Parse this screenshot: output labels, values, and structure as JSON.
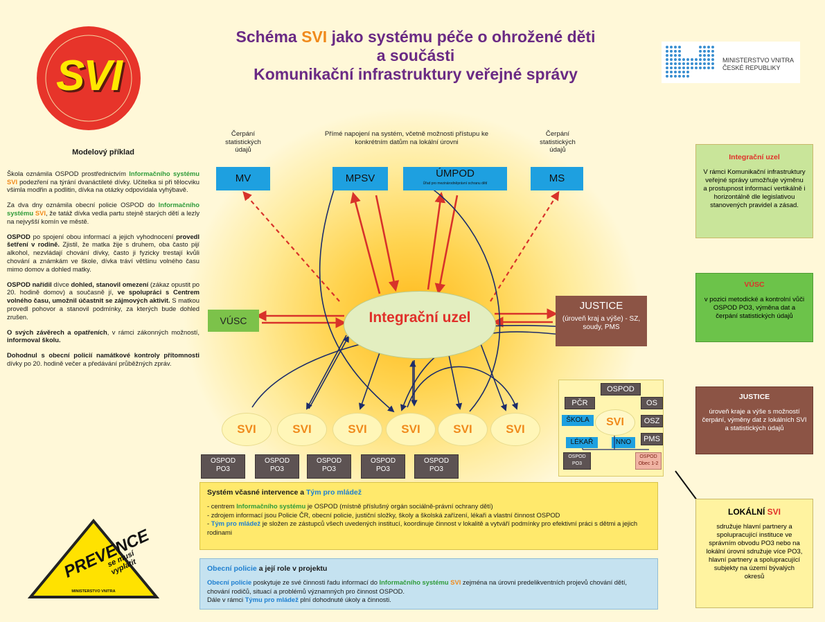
{
  "title": {
    "line1_pre": "Schéma ",
    "line1_svi": "SVI",
    "line1_post": " jako systému péče o ohrožené děti",
    "line2": "a součásti",
    "line3": "Komunikační infrastruktury veřejné správy"
  },
  "logos": {
    "svi_text": "SVI",
    "mv_line1": "MINISTERSTVO VNITRA",
    "mv_line2": "ČESKÉ REPUBLIKY",
    "prevence": "PREVENCE",
    "prevence_sub": "se musí vyplatit",
    "prevence_footer": "MINISTERSTVO VNITRA"
  },
  "left": {
    "heading": "Modelový příklad",
    "p1_a": "Škola oznámila OSPOD prostřednictvím ",
    "p1_is": "Informačního systému",
    "p1_svi": "SVI",
    "p1_b": " podezření na týrání dvanáctileté dívky. Učitelka si při tělocviku všimla modřin a podlitin, dívka na otázky odpovídala vyhýbavě.",
    "p2_a": "Za dva dny oznámila obecní policie OSPOD do ",
    "p2_is": "Informačního systému",
    "p2_svi": "SVI",
    "p2_b": ", že tatáž dívka vedla partu stejně starých dětí a lezly na nejvyšší komín ve městě.",
    "p3_a": "OSPOD",
    "p3_b": " po spojení obou informací a jejich vyhodnocení ",
    "p3_c": "provedl šetření v rodině.",
    "p3_d": " Zjistil, že matka žije s druhem, oba často pijí alkohol, nezvládají chování dívky, často ji fyzicky trestají kvůli chování a známkám ve škole, dívka tráví většinu volného času mimo domov a dohled matky.",
    "p4_a": "OSPOD nařídil",
    "p4_b": " dívce ",
    "p4_c": "dohled, stanovil omezení",
    "p4_d": " (zákaz opustit po 20. hodině domov) a současně jí, ",
    "p4_e": "ve spolupráci s Centrem volného času, umožnil účastnit se zájmových aktivit.",
    "p4_f": " S matkou provedl pohovor a stanovil podmínky, za kterých bude dohled zrušen.",
    "p5_a": "O svých závěrech a opatřeních",
    "p5_b": ", v rámci zákonných možností, ",
    "p5_c": "informoval školu.",
    "p6_a": "Dohodnul s obecní policií namátkové kontroly přítomnosti",
    "p6_b": " dívky po 20. hodině večer a předávání průběžných zpráv."
  },
  "diagram": {
    "note_left": "Čerpání statistických údajů",
    "note_center": "Přímé napojení na systém, včetně možnosti přístupu ke konkrétním datům na lokální úrovni",
    "note_right": "Čerpání statistických údajů",
    "mv": "MV",
    "mpsv": "MPSV",
    "umpod": "ÚMPOD",
    "umpod_sub": "Úřad pro mezinárodněprávní ochranu dětí",
    "ms": "MS",
    "vusc": "VÚSC",
    "hub": "Integrační uzel",
    "justice_title": "JUSTICE",
    "justice_sub": "(úroveň kraj a výše) - SZ, soudy, PMS",
    "svi_nodes": [
      "SVI",
      "SVI",
      "SVI",
      "SVI",
      "SVI",
      "SVI"
    ],
    "ospod_nodes": [
      [
        "OSPOD",
        "PO3"
      ],
      [
        "OSPOD",
        "PO3"
      ],
      [
        "OSPOD",
        "PO3"
      ],
      [
        "OSPOD",
        "PO3"
      ],
      [
        "OSPOD",
        "PO3"
      ]
    ]
  },
  "local_panel": {
    "center": "SVI",
    "ospod": "OSPOD",
    "pcr": "PČR",
    "os": "OS",
    "skola": "ŠKOLA",
    "osz": "OSZ",
    "lekar": "LÉKAŘ",
    "nno": "NNO",
    "pms": "PMS",
    "ospod_po3_1": "OSPOD",
    "ospod_po3_2": "PO3",
    "ospod_obec_1": "OSPOD",
    "ospod_obec_2": "Obec 1-2"
  },
  "right": {
    "iu_title": "Integrační uzel",
    "iu_text": "V rámci Komunikační infrastruktury veřejné správy umožňuje výměnu a prostupnost informací vertikálně i horizontálně dle legislativou stanovených pravidel a zásad.",
    "vusc_title": "VÚSC",
    "vusc_text": "v pozici metodické a kontrolní vůči OSPOD PO3, výměna dat a čerpání statistických údajů",
    "justice_title": "JUSTICE",
    "justice_text": "úroveň kraje a výše s možností čerpání, výměny dat z lokálních SVI a statistických údajů",
    "local_title_a": "LOKÁLNÍ ",
    "local_title_b": "SVI",
    "local_text": "sdružuje hlavní partnery a spolupracující instituce ve správním obvodu PO3 nebo na lokální úrovni sdružuje více PO3, hlavní partnery a spolupracující subjekty na území bývalých okresů"
  },
  "bottom1": {
    "title_a": "Systém včasné intervence a ",
    "title_b": "Tým pro mládež",
    "l1_a": "- centrem ",
    "l1_b": "Informačního systému",
    "l1_c": " je OSPOD (místně příslušný orgán sociálně-právní ochrany dětí)",
    "l2": "- zdrojem informací jsou Policie ČR, obecní policie, justiční složky, školy a školská zařízení, lékaři a vlastní činnost OSPOD",
    "l3_a": "- ",
    "l3_b": "Tým pro mládež",
    "l3_c": " je složen ze zástupců všech uvedených institucí, koordinuje činnost v lokalitě a vytváří podmínky pro efektivní práci s dětmi a jejich rodinami"
  },
  "bottom2": {
    "title_a": "Obecní policie",
    "title_b": " a její role v projektu",
    "t1_a": "Obecní policie",
    "t1_b": " poskytuje ze své činnosti řadu informací do ",
    "t1_c": "Informačního systému",
    "t1_d": "SVI",
    "t1_e": " zejména na úrovni predelikventních projevů chování dětí, chování rodičů, situací a problémů významných pro činnost OSPOD.",
    "t2_a": "Dále v rámci ",
    "t2_b": "Týmu pro mládež",
    "t2_c": " plní dohodnuté úkoly a činnosti."
  },
  "colors": {
    "accent": "#6a2a84",
    "svi_orange": "#f08a1c",
    "hub_red": "#e0302a",
    "arrow_red": "#d8322a",
    "arrow_navy": "#1c2c6a"
  }
}
